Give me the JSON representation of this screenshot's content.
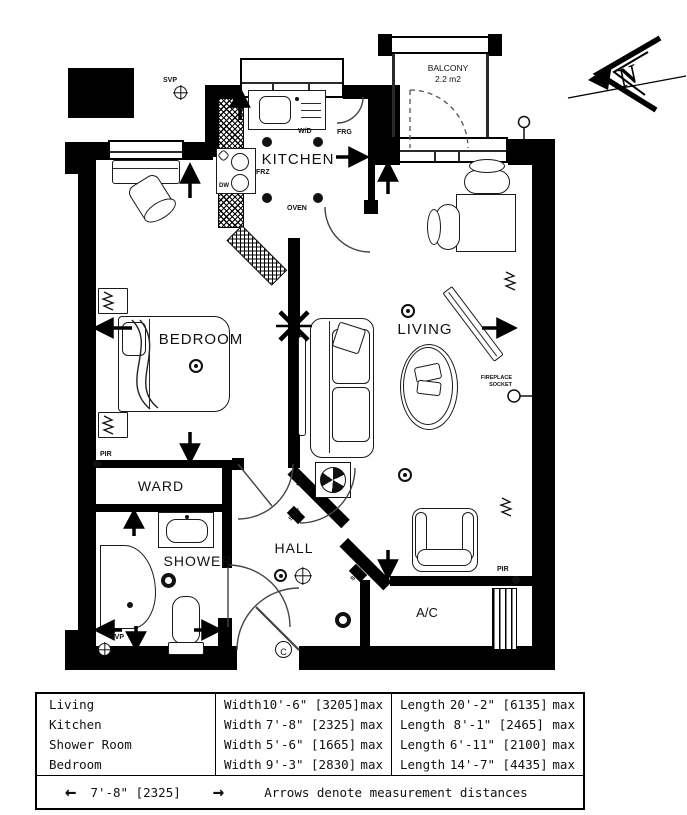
{
  "plan": {
    "rooms": {
      "kitchen": "KITCHEN",
      "living": "LIVING",
      "bedroom": "BEDROOM",
      "shower": "SHOWER",
      "hall": "HALL",
      "ward": "WARD",
      "ac": "A/C",
      "balcony": "BALCONY",
      "balcony_area": "2.2 m2"
    },
    "annotations": {
      "svp": "SVP",
      "pir": "PIR",
      "stat": "STAT",
      "wd": "W/D",
      "frg": "FRG",
      "frz": "FRZ",
      "oven": "OVEN",
      "dw": "DW",
      "cctv": "CCTV",
      "door_c": "C",
      "fireplace_line1": "FIREPLACE",
      "fireplace_line2": "SOCKET",
      "north": "N"
    },
    "colors": {
      "wall": "#000000",
      "background": "#ffffff"
    }
  },
  "legend_table": {
    "rows": [
      {
        "room": "Living",
        "width_label": "Width",
        "width_value": "10'-6\" [3205]",
        "width_max": "max",
        "length_label": "Length",
        "length_value": "20'-2\" [6135]",
        "length_max": "max"
      },
      {
        "room": "Kitchen",
        "width_label": "Width",
        "width_value": "7'-8\" [2325]",
        "width_max": "max",
        "length_label": "Length",
        "length_value": "8'-1\" [2465]",
        "length_max": "max"
      },
      {
        "room": "Shower Room",
        "width_label": "Width",
        "width_value": "5'-6\" [1665]",
        "width_max": "max",
        "length_label": "Length",
        "length_value": "6'-11\" [2100]",
        "length_max": "max"
      },
      {
        "room": "Bedroom",
        "width_label": "Width",
        "width_value": "9'-3\" [2830]",
        "width_max": "max",
        "length_label": "Length",
        "length_value": "14'-7\" [4435]",
        "length_max": "max"
      }
    ],
    "footer": {
      "left_arrow": "←",
      "sample_measurement": "7'-8\" [2325]",
      "right_arrow": "→",
      "note": "Arrows denote measurement distances"
    }
  }
}
